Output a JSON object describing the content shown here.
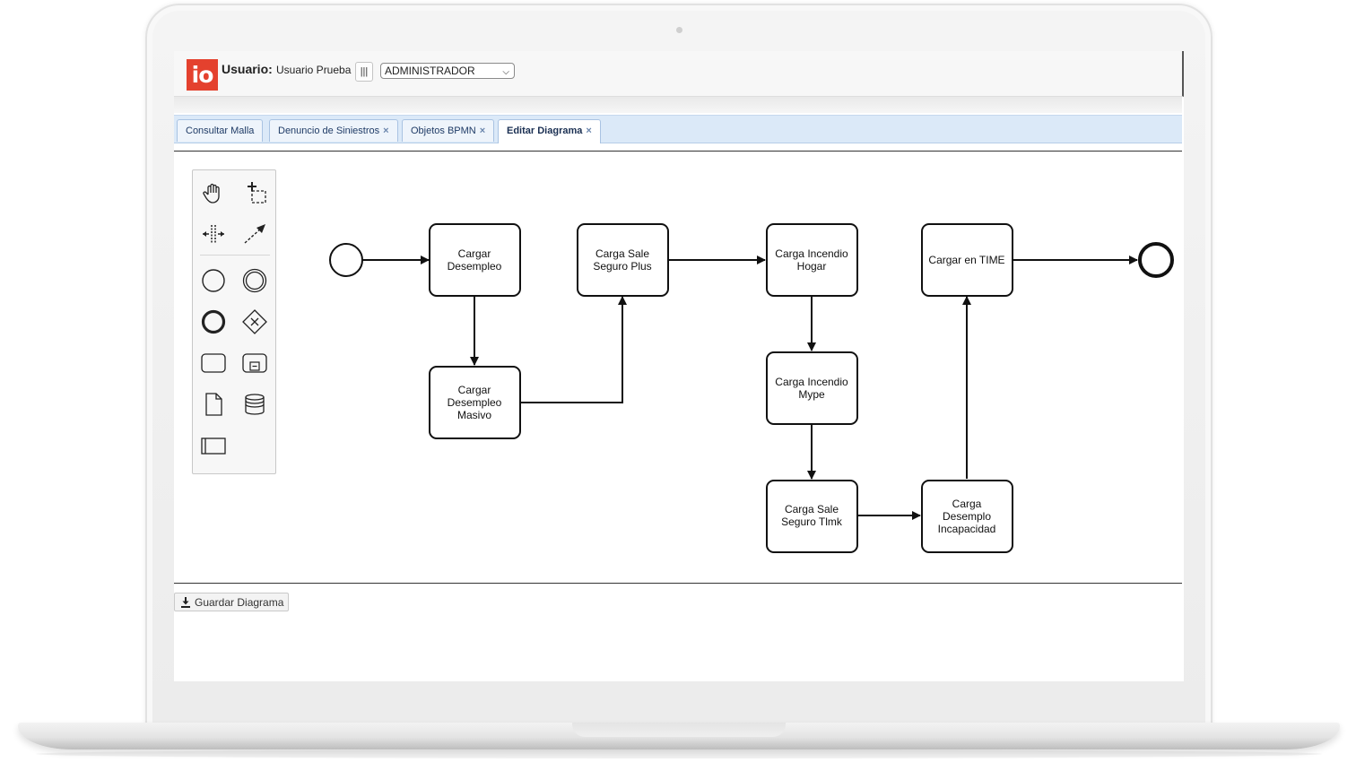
{
  "header": {
    "logo_text": "io",
    "user_label": "Usuario:",
    "user_name": "Usuario Prueba",
    "menu_glyph": "|||",
    "role_selected": "ADMINISTRADOR",
    "logo_color": "#e4412e"
  },
  "tabs": [
    {
      "label": "Consultar Malla",
      "closable": false
    },
    {
      "label": "Denuncio de Siniestros",
      "closable": true
    },
    {
      "label": "Objetos BPMN",
      "closable": true
    },
    {
      "label": "Editar Diagrama",
      "closable": true,
      "active": true
    }
  ],
  "palette": {
    "tools": [
      "hand-tool-icon",
      "lasso-tool-icon",
      "space-tool-icon",
      "connect-tool-icon",
      "start-event-icon",
      "intermediate-event-icon",
      "end-event-icon",
      "gateway-icon",
      "task-icon",
      "subprocess-icon",
      "data-object-icon",
      "data-store-icon",
      "pool-icon"
    ]
  },
  "diagram": {
    "tasks": {
      "t1": [
        "Cargar",
        "Desempleo"
      ],
      "t2": [
        "Cargar",
        "Desempleo",
        "Masivo"
      ],
      "t3": [
        "Carga Sale",
        "Seguro Plus"
      ],
      "t4": [
        "Carga Incendio",
        "Hogar"
      ],
      "t5": [
        "Carga Incendio",
        "Mype"
      ],
      "t6": [
        "Carga Sale",
        "Seguro Tlmk"
      ],
      "t7": [
        "Carga",
        "Desemplo",
        "Incapacidad"
      ],
      "t8": [
        "Cargar en TIME"
      ]
    },
    "flow": [
      "start",
      "t1",
      "t2",
      "t3",
      "t4",
      "t5",
      "t6",
      "t7",
      "t8",
      "end"
    ]
  },
  "footer": {
    "save_label": "Guardar Diagrama"
  }
}
